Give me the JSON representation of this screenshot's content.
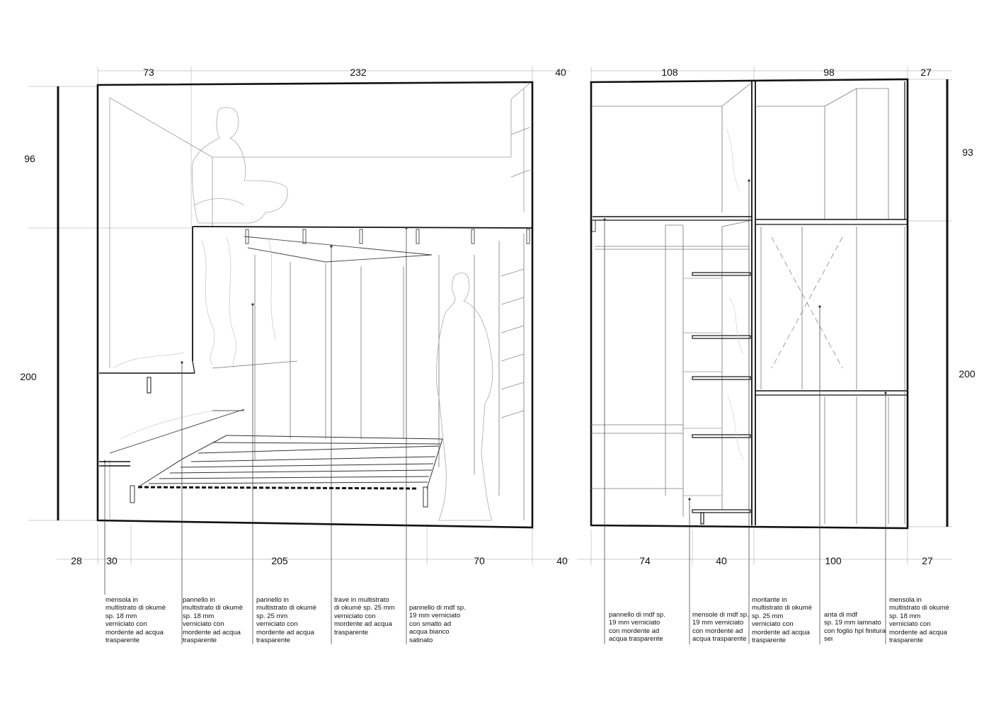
{
  "left_elevation": {
    "top_dims": [
      "73",
      "232",
      "40"
    ],
    "side_dims": [
      "96",
      "200"
    ],
    "bottom_dims": [
      "28",
      "30",
      "205",
      "70",
      "40"
    ],
    "notes": [
      "mensola in\nmultistrato di okumè\nsp. 18  mm\nverniciato con\nmordente ad acqua\ntrasparente",
      "pannello in\nmultistrato di okumè\nsp. 18 mm\nverniciato con\nmordente ad acqua\ntrasparente",
      "pannello in\nmultistrato di okumè\nsp. 25 mm\nverniciato con\nmordente ad acqua\ntrasparente",
      "trave  in multistrato\ndi okumè sp. 25 mm\nverniciato con\nmordente ad acqua\ntrasparente",
      "pannello di mdf sp.\n19 mm verniciato\ncon smalto ad\nacqua bianco\nsatinato"
    ]
  },
  "right_elevation": {
    "top_dims": [
      "108",
      "98",
      "27"
    ],
    "side_dims": [
      "93",
      "200"
    ],
    "bottom_dims": [
      "74",
      "40",
      "100",
      "27"
    ],
    "notes": [
      "pannello di mdf sp.\n19 mm verniciato\ncon mordente ad\nacqua trasparente",
      "mensole di mdf sp.\n19 mm verniciato\ncon mordente ad\nacqua trasparente",
      "montante in\nmultistrato di okumè\nsp. 25 mm\nverniciato con\nmordente ad acqua\ntrasparente",
      "anta di mdf\nsp. 19 mm lamnato\ncon foglio hpl finitura\nsei",
      "mensola in\nmultistrato di okumè\nsp. 18  mm\nverniciato con\nmordente ad acqua\ntrasparente"
    ]
  }
}
